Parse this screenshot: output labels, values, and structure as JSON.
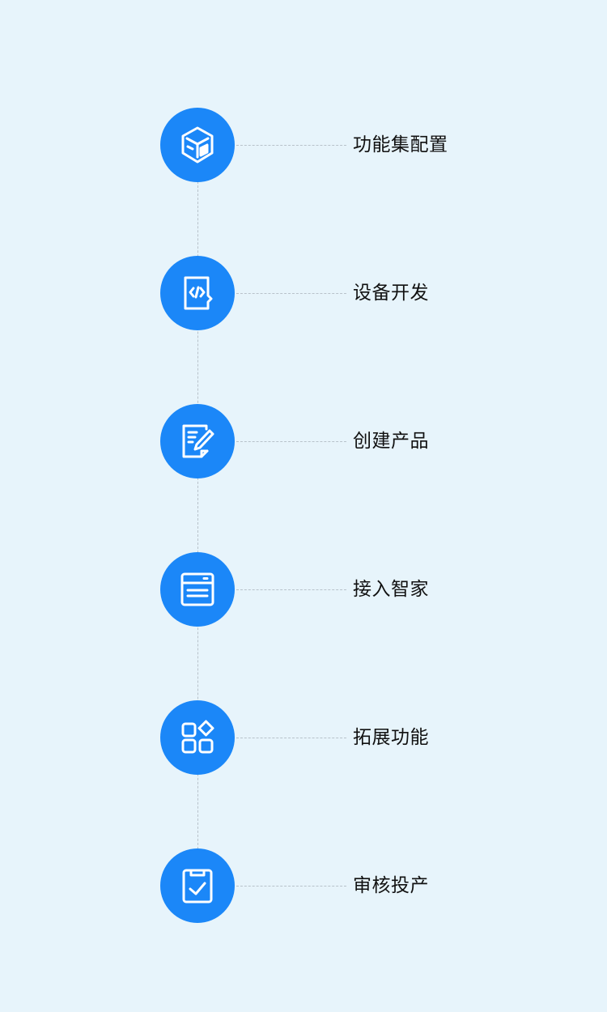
{
  "colors": {
    "background": "#e7f4fb",
    "accent": "#1b87f8",
    "connector": "#b8c2ca",
    "label_text": "#111111",
    "icon_stroke": "#ffffff"
  },
  "steps": [
    {
      "label": "功能集配置",
      "icon": "cube-icon"
    },
    {
      "label": "设备开发",
      "icon": "code-file-icon"
    },
    {
      "label": "创建产品",
      "icon": "edit-document-icon"
    },
    {
      "label": "接入智家",
      "icon": "window-panel-icon"
    },
    {
      "label": "拓展功能",
      "icon": "apps-grid-icon"
    },
    {
      "label": "审核投产",
      "icon": "clipboard-check-icon"
    }
  ]
}
